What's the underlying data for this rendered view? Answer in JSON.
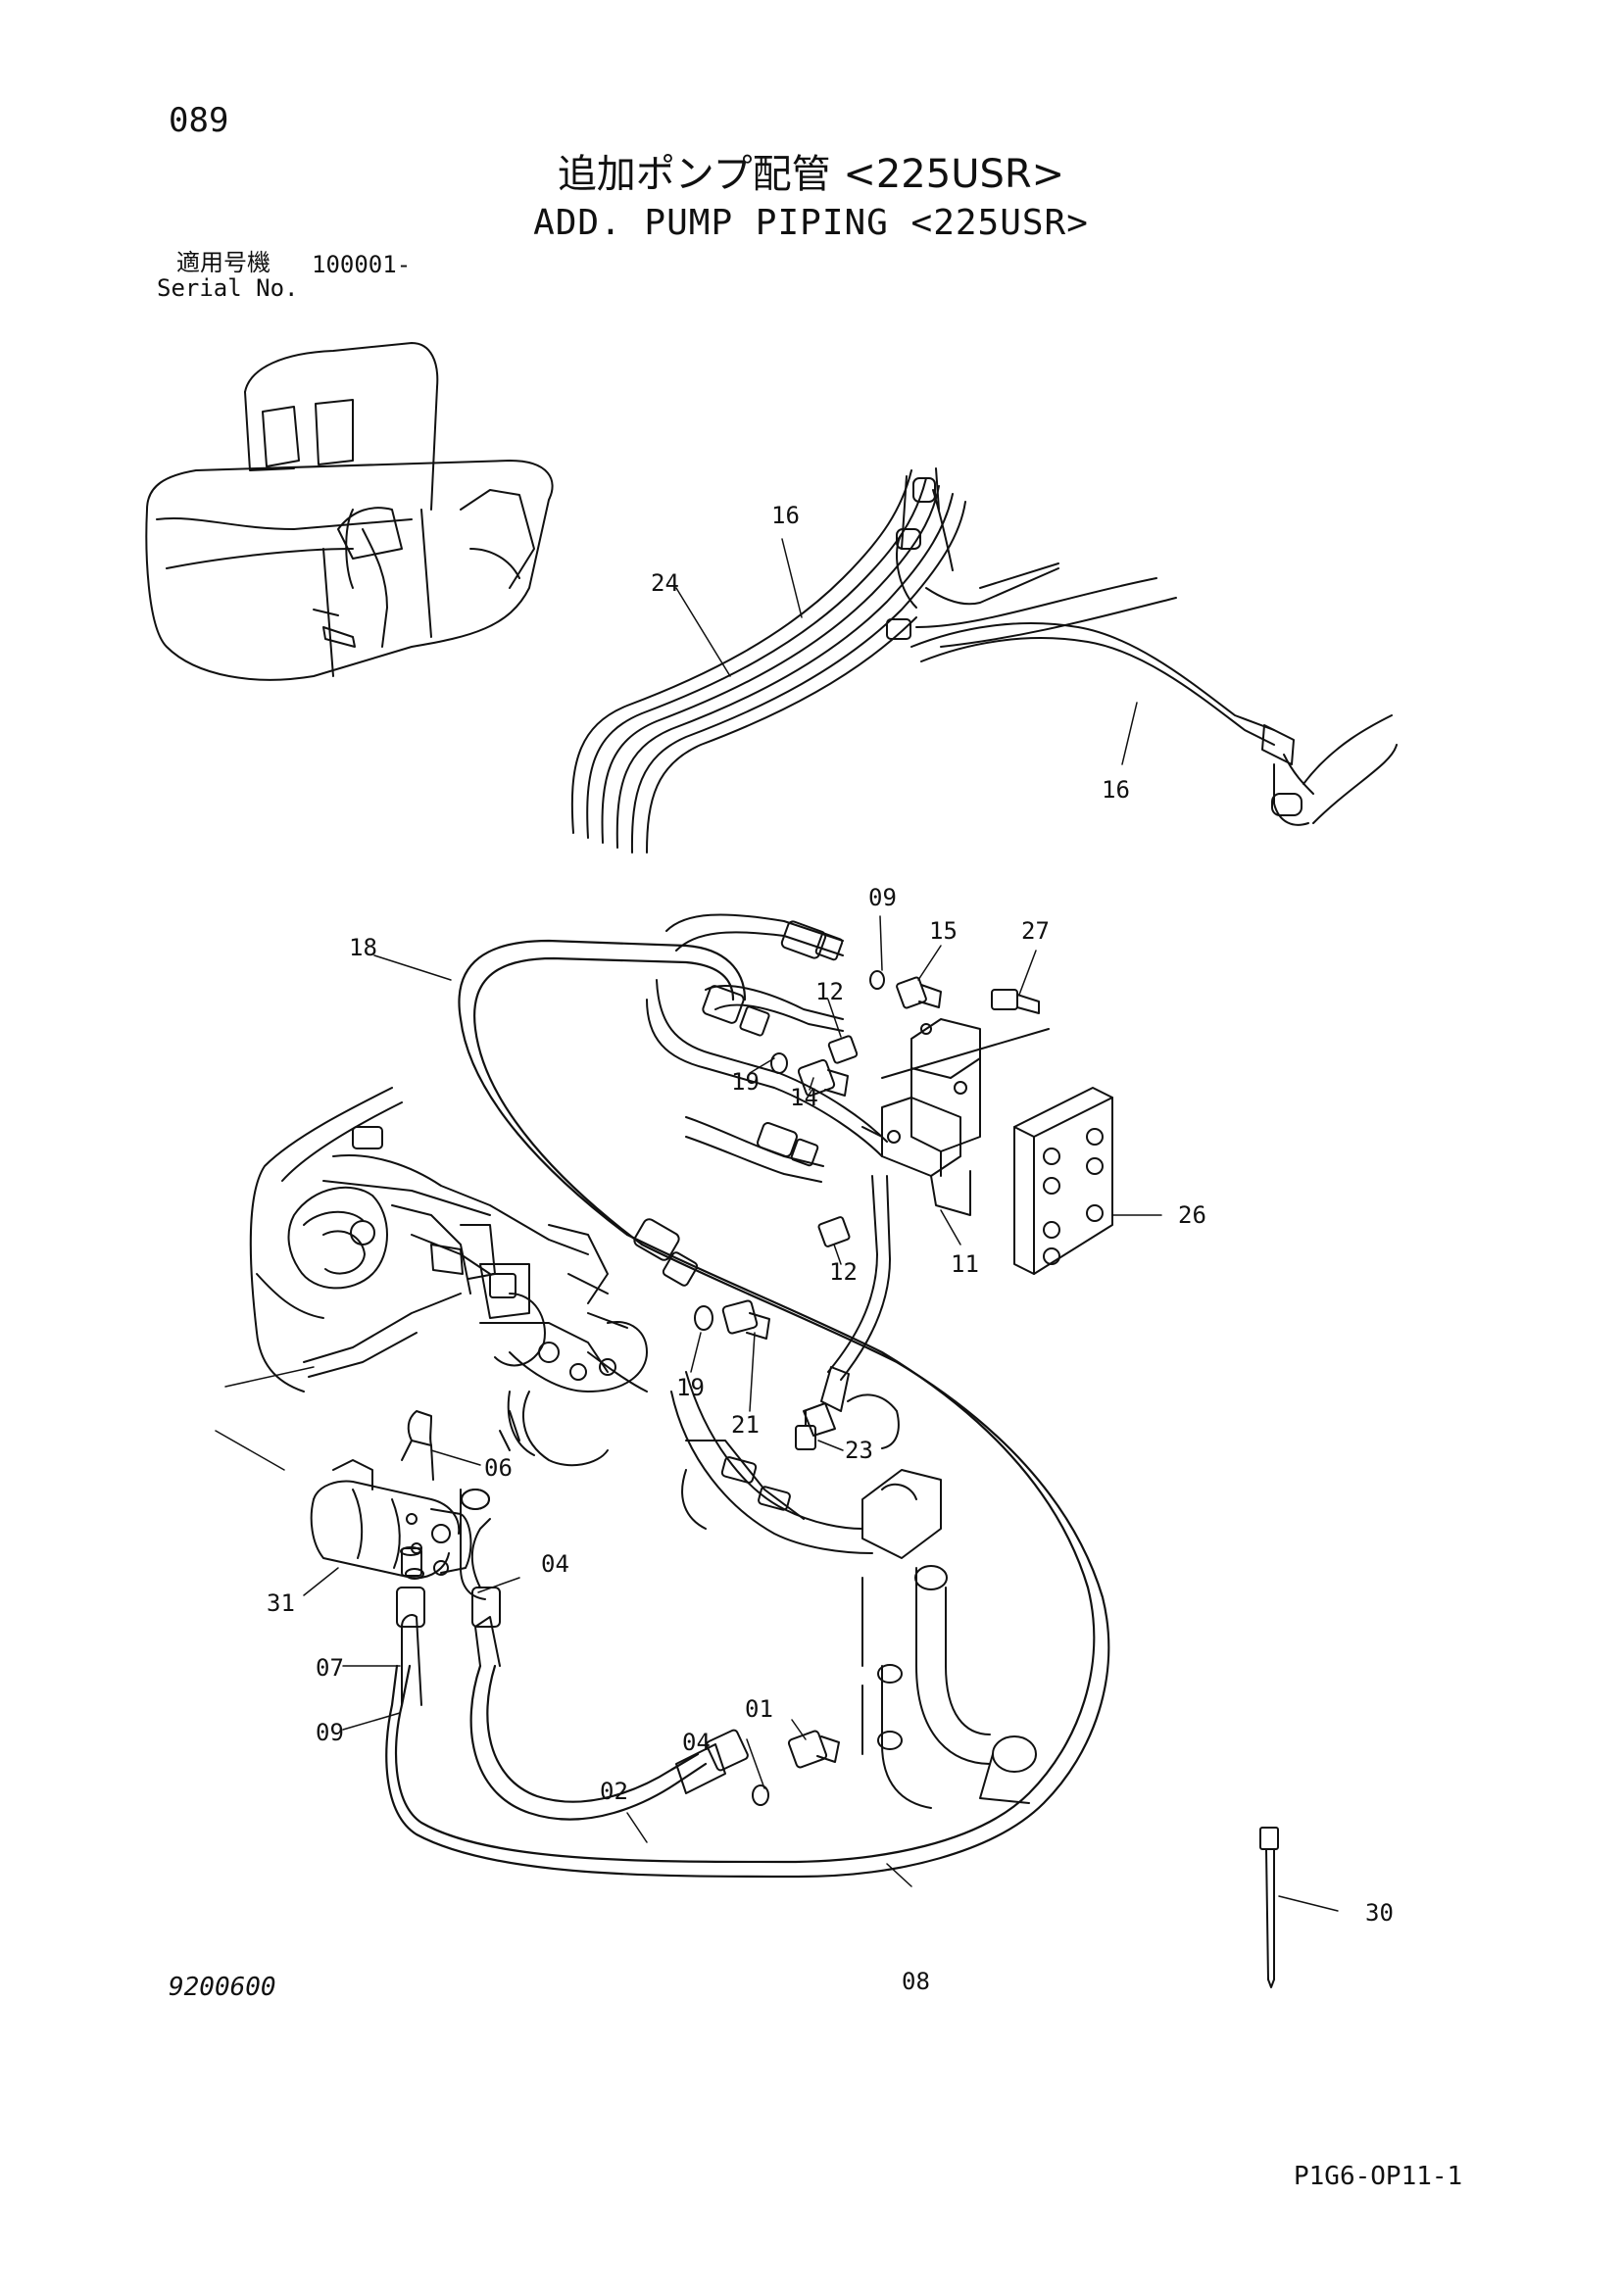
{
  "page_number": "089",
  "title_jp": "追加ポンプ配管 <225USR>",
  "title_en": "ADD. PUMP PIPING <225USR>",
  "serial": {
    "label_jp": "適用号機",
    "number": "100001-",
    "label_en": "Serial No."
  },
  "drawing_number": "9200600",
  "page_code": "P1G6-OP11-1",
  "callouts": {
    "c16_top": "16",
    "c24": "24",
    "c16_right": "16",
    "c18": "18",
    "c09_top": "09",
    "c15": "15",
    "c27": "27",
    "c12_top": "12",
    "c19_top": "19",
    "c14": "14",
    "c26": "26",
    "c12_mid": "12",
    "c11": "11",
    "c19_low": "19",
    "c21": "21",
    "c23": "23",
    "c06": "06",
    "c04_up": "04",
    "c31": "31",
    "c07": "07",
    "c09_low": "09",
    "c01": "01",
    "c04_low": "04",
    "c02": "02",
    "c30": "30",
    "c08": "08"
  }
}
